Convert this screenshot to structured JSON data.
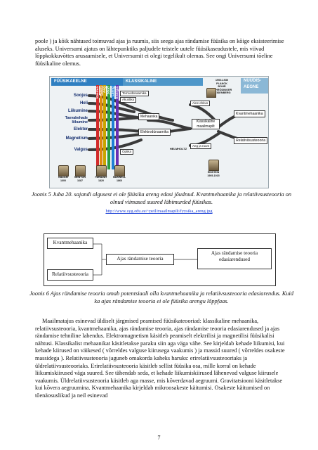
{
  "intro": "poole ) ja kõik nähtused toimuvad ajas ja ruumis, siis seega ajas rändamise füüsika on kõige eksisteerimise aluseks. Universumi ajatus on lähtepunktiks paljudele teistele uutele füüsikaseadustele, mis viivad lõppkokkuvõttes arusaamisele, et Universumit ei olegi tegelikult olemas. See ongi Universumi tõeline füüsikaline olemus.",
  "figure5": {
    "headers": [
      "FÜÜSIKAEELNE",
      "KLASSIKALINE",
      "NÜÜDIS-AEGNE"
    ],
    "header_colors": [
      "#2f7fc1",
      "#4f97c9",
      "#8bb8d6"
    ],
    "left_labels": [
      "Soojus",
      "Heli",
      "Liikumine",
      "Taevakehade liikumine",
      "Elekter",
      "Magnetism",
      "Valgus"
    ],
    "vertical_labels": [
      "Keemia",
      "Ruum",
      "Aeg",
      "Jõud",
      "Laeng",
      "Energia"
    ],
    "vertical_colors": [
      "#d22b2b",
      "#e08a12",
      "#c9a400",
      "#2a9d3f",
      "#1d7fd6",
      "#6a2fb3"
    ],
    "boxes": [
      "Termodünaamika",
      "Akustika",
      "Mehaanika",
      "Elektrodünaamika",
      "Optika",
      "Klassikaline maailmapilt",
      "Aine ehitus",
      "Kvantmehaanika",
      "Relativiisusteooria",
      "Aeg ja ruum",
      "HELMHOLTZ"
    ],
    "top_right": "1900-1930\nPLANCK\nBOHR\nSCHRÖDINGER\nHEISENBERG",
    "scientists": [
      {
        "name": "GALILEI",
        "year": "1600"
      },
      {
        "name": "NEWTON",
        "year": "1687"
      },
      {
        "name": "FARADAY",
        "year": "1820"
      },
      {
        "name": "MAXWELL",
        "year": "1860"
      },
      {
        "name": "EINSTEIN",
        "year": "1905-1915"
      }
    ]
  },
  "caption5": "Joonis 5 Juba 20. sajandi algusest ei ole füüsika areng edasi jõudnud. Kvantmehaanika ja relatiivsusteooria on olnud viimased suured läbimurded füüsikas.",
  "url5": "http://www.syg.edu.ee/~peil/maailmapilt/fyysika_areng.jpg",
  "figure6": {
    "box_quantum": "Kvantmehaanika",
    "box_relativity": "Relatiivsusteooria",
    "box_theory": "Ajas rändamise teooria",
    "box_developments": "Ajas rändamise teooria edasiarendused"
  },
  "caption6": "Joonis 6 Ajas rändamise teooria omab potentsiaali olla kvantmehaanika ja relatiivsusteooria edasiarendus. Kuid ka ajas rändamise teooria ei ole füüsika arengu lõppfaas.",
  "body1": "Maailmatajus esinevad üldiselt järgmised peamised füüsikateooriad: klassikaline mehaanika, relatiivsusteooria, kvantmehaanika, ajas rändamise teooria, ajas rändamise teooria edasiarendused ja ajas rändamise tehniline lahendus. Elektromagnetism käsitleb peamiselt elektrilisi ja magnetilisi füüsikalisi nähtusi. Klassikalist mehaanikat käsitletakse paraku siin aga väga vähe. See kirjeldab kehade liikumisi, kui kehade kiirused on väikesed ( võrreldes valguse kiirusega vaakumis ) ja massid suured ( võrreldes osakeste massidega ). Relatiivsusteooria jaguneb omakorda kaheks haruks: erirelatiivsusteooriaks ja üldrelatiivsusteooriaks. Erirelatiivsusteooria käsitleb sellist füüsika osa, mille korral on kehade liikumiskiirused väga suured. See tähendab seda, et kehade liikumiskiirused lähenevad valguse kiirusele vaakumis. Üldrelatiivsusteooria käsitleb aga masse, mis kõverdavad aegruumi. Gravitatsiooni käsitletakse kui kõvera aegruumina. Kvantmehaanika kirjeldab mikroosakeste käitumisi. Osakeste käitumised on tõenäosuslikud ja neil esinevad",
  "page_number": "7"
}
